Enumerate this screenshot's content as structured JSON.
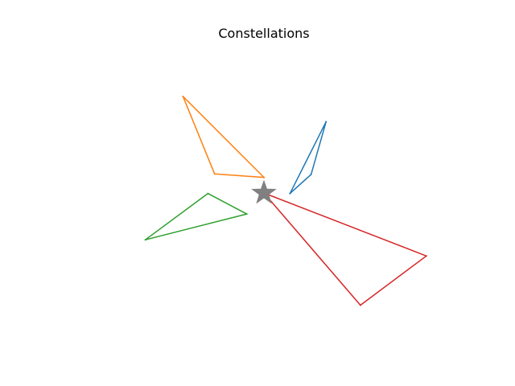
{
  "chart_data": {
    "type": "line",
    "title": "Constellations",
    "axes_visible": false,
    "grid": false,
    "xlim": [
      -3.6,
      3.6
    ],
    "ylim": [
      -3.0,
      3.0
    ],
    "center_marker": {
      "shape": "star",
      "x": 0.0,
      "y": 0.0,
      "color": "#808080"
    },
    "series": [
      {
        "color": "#1f77b4",
        "points": [
          [
            0.47,
            -0.01
          ],
          [
            0.85,
            0.38
          ],
          [
            1.12,
            1.46
          ],
          [
            0.47,
            -0.01
          ]
        ]
      },
      {
        "color": "#ff7f0e",
        "points": [
          [
            0.0,
            0.32
          ],
          [
            -0.89,
            0.39
          ],
          [
            -1.46,
            1.98
          ],
          [
            0.0,
            0.32
          ]
        ]
      },
      {
        "color": "#2ca02c",
        "points": [
          [
            -0.31,
            -0.43
          ],
          [
            -1.01,
            -0.01
          ],
          [
            -2.14,
            -0.96
          ],
          [
            -0.31,
            -0.43
          ]
        ]
      },
      {
        "color": "#d62728",
        "points": [
          [
            0.0,
            0.0
          ],
          [
            2.93,
            -1.29
          ],
          [
            1.74,
            -2.3
          ],
          [
            0.0,
            0.0
          ]
        ]
      }
    ]
  }
}
